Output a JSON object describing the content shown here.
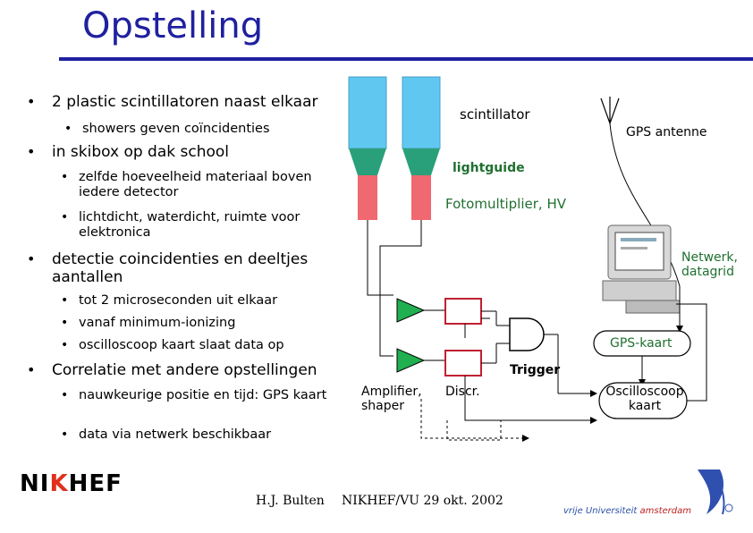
{
  "title": "Opstelling",
  "bullets": [
    {
      "text": "2 plastic scintillatoren naast elkaar"
    },
    {
      "text": "in skibox op dak school"
    },
    {
      "text": "detectie coincidenties en deeltjes aantallen"
    },
    {
      "text": "Correlatie met andere opstellingen"
    }
  ],
  "subbullets": {
    "b1": [
      "showers geven coïncidenties"
    ],
    "b2": [
      "zelfde hoeveelheid materiaal boven iedere detector",
      "lichtdicht, waterdicht, ruimte voor elektronica"
    ],
    "b3": [
      "tot 2 microseconden uit elkaar",
      "vanaf minimum-ionizing",
      "oscilloscoop kaart slaat data op"
    ],
    "b4": [
      "nauwkeurige positie en tijd: GPS kaart",
      "data via netwerk beschikbaar"
    ]
  },
  "diagram": {
    "scintillator": "scintillator",
    "lightguide": "lightguide",
    "fotomultiplier": "Fotomultiplier, HV",
    "gps_antenne": "GPS antenne",
    "netwerk": "Netwerk, datagrid",
    "gps_kaart": "GPS-kaart",
    "trigger": "Trigger",
    "amplifier": "Amplifier, shaper",
    "discr": "Discr.",
    "oscilloscoop": "Oscilloscoop kaart"
  },
  "footer": {
    "author": "H.J. Bulten",
    "event": "NIKHEF/VU 29 okt. 2002",
    "logo_left": "NIKHEF",
    "logo_right": "vrije Universiteit amsterdam"
  },
  "colors": {
    "title": "#2020a0",
    "scintillator": "#60c8f0",
    "lightguide": "#2aa07a",
    "photomultiplier": "#f06870",
    "amplifier": "#20b050",
    "discr_border": "#c02030",
    "label_green": "#207030"
  }
}
